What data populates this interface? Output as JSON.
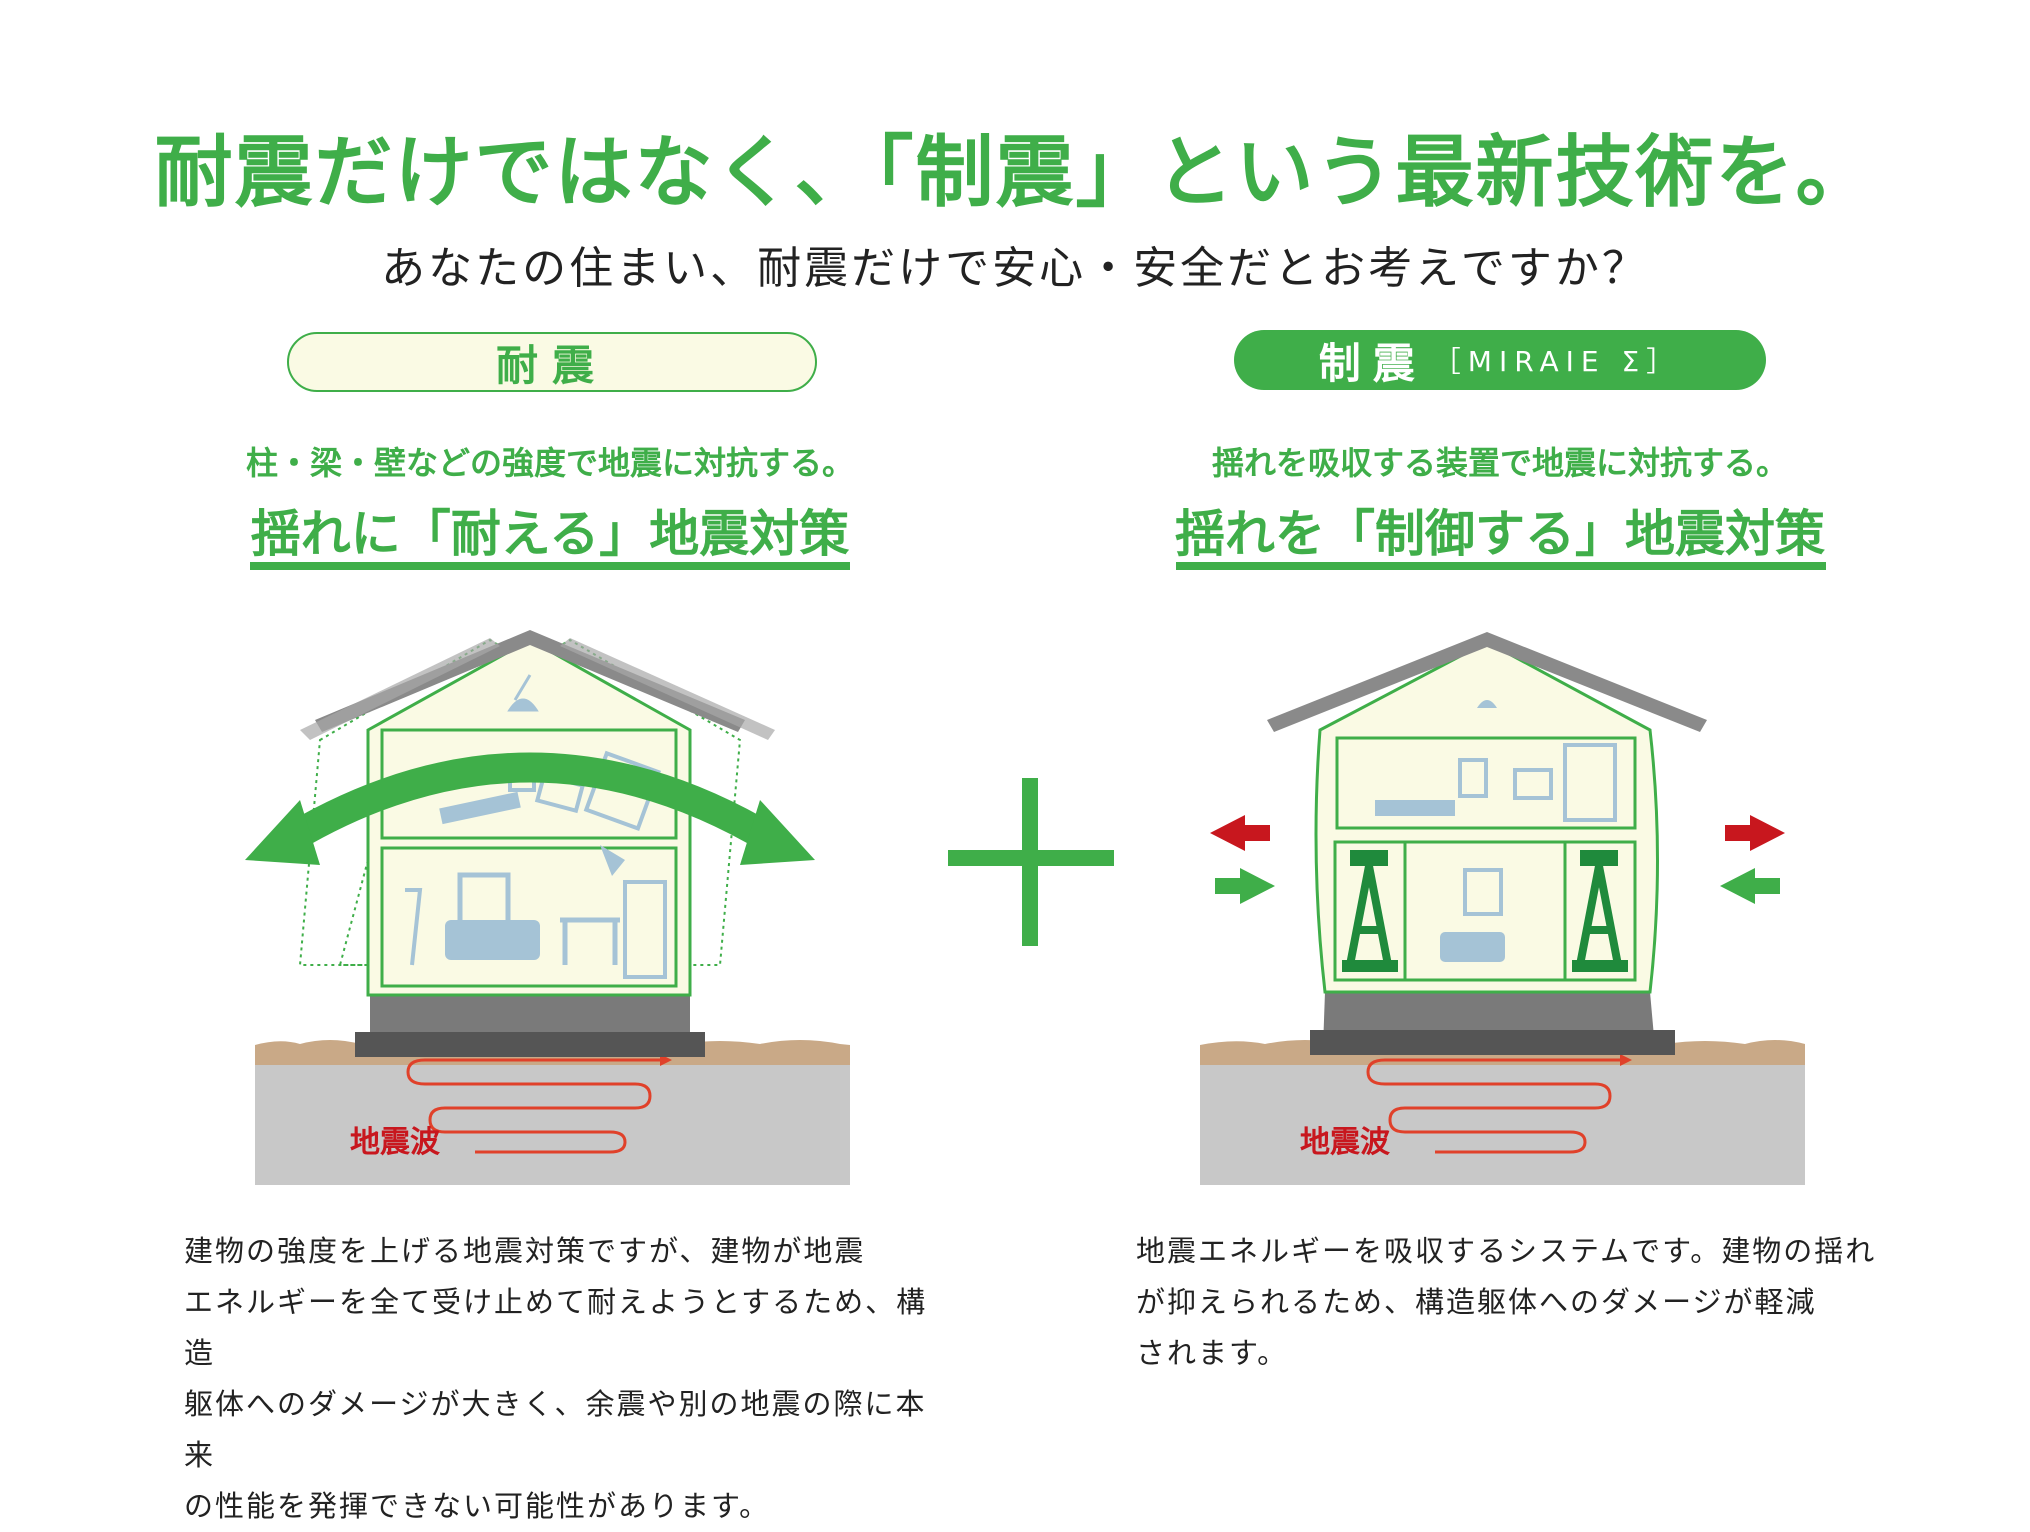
{
  "header": {
    "title": "耐震だけではなく、「制震」という最新技術を。",
    "subtitle": "あなたの住まい、耐震だけで安心・安全だとお考えですか？"
  },
  "left": {
    "pill": "耐震",
    "lead": "柱・梁・壁などの強度で地震に対抗する。",
    "heading": "揺れに「耐える」地震対策",
    "wave_label": "地震波",
    "body_lines": [
      "建物の強度を上げる地震対策ですが、建物が地震",
      "エネルギーを全て受け止めて耐えようとするため、構造",
      "躯体へのダメージが大きく、余震や別の地震の際に本来",
      "の性能を発揮できない可能性があります。"
    ]
  },
  "right": {
    "pill_main": "制震",
    "pill_sub": "［MIRAIE Σ］",
    "lead": "揺れを吸収する装置で地震に対抗する。",
    "heading": "揺れを「制御する」地震対策",
    "wave_label": "地震波",
    "body_lines": [
      "地震エネルギーを吸収するシステムです。建物の揺れ",
      "が抑えられるため、構造躯体へのダメージが軽減",
      "されます。"
    ]
  },
  "colors": {
    "green": "#3fae49",
    "dark_green": "#1f8a3c",
    "red_arrow": "#c8171e",
    "wave_red": "#e0412a",
    "soil": "#c9a987",
    "ground": "#c8c8c8",
    "house_fill": "#fafae4",
    "furniture": "#a5c3d6",
    "roof": "#8a8a8a"
  },
  "icons": [
    "plus-icon",
    "swing-arrow-icon",
    "force-arrow-icon",
    "damper-icon"
  ]
}
